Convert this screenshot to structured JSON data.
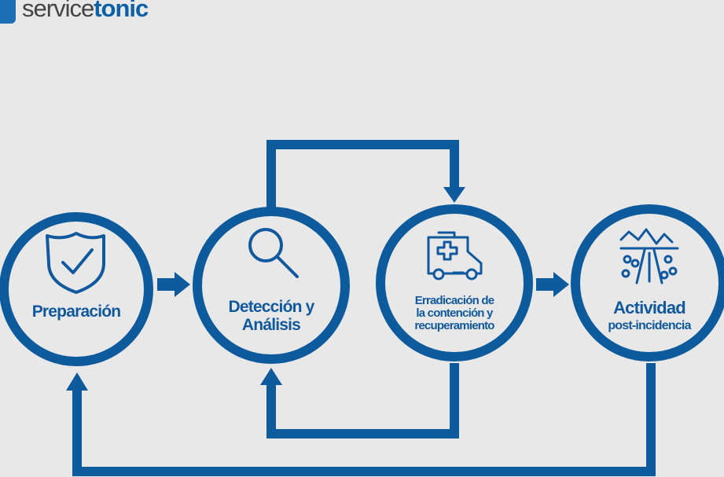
{
  "logo": {
    "part1": "service",
    "part2": "tonic"
  },
  "colors": {
    "primary": "#0d5a9c",
    "background": "#e8e8e8",
    "logo_blue": "#0d5fa6"
  },
  "stages": [
    {
      "title": "Preparación",
      "icon": "shield-check-icon"
    },
    {
      "title": "Detección y",
      "title2": "Análisis",
      "icon": "magnifier-icon"
    },
    {
      "title": "Erradicación de",
      "title2": "la contención y",
      "title3": "recuperamiento",
      "icon": "ambulance-icon"
    },
    {
      "title": "Actividad",
      "subtitle": "post-incidencia",
      "icon": "landscape-road-icon"
    }
  ]
}
